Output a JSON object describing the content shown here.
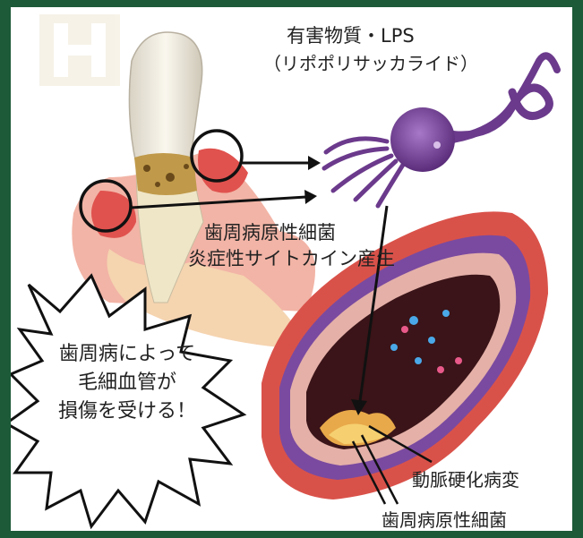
{
  "labels": {
    "lps_line1": "有害物質・LPS",
    "lps_line2": "（リポポリサッカライド）",
    "bacteria_line1": "歯周病原性細菌",
    "bacteria_line2": "炎症性サイトカイン産生",
    "burst_lines": [
      "歯周病によって",
      "毛細血管が",
      "損傷を受ける！"
    ],
    "atherosclerosis": "動脈硬化病変",
    "bacteria_vessel": "歯周病原性細菌"
  },
  "colors": {
    "frame": "#1d5a38",
    "bacterium": "#6b3a8c",
    "vessel_outer": "#c8433f",
    "vessel_lumen": "#3a1418",
    "gum": "#e8847a",
    "plaque": "#e8a94a"
  }
}
